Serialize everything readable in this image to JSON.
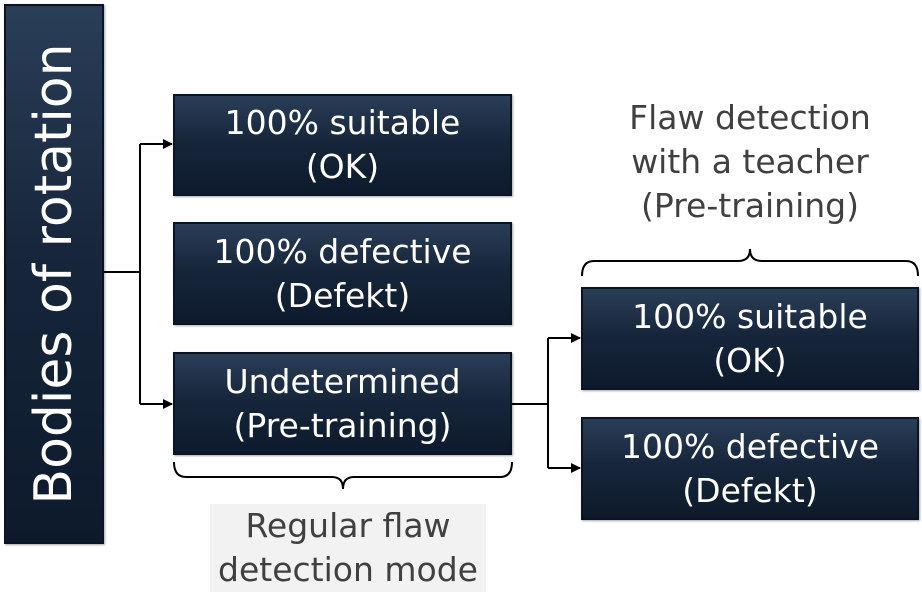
{
  "side_label": "Bodies of rotation",
  "left_boxes": [
    {
      "line1": "100% suitable",
      "line2": "(OK)"
    },
    {
      "line1": "100% defective",
      "line2": "(Defekt)"
    },
    {
      "line1": "Undetermined",
      "line2": "(Pre-training)"
    }
  ],
  "right_boxes": [
    {
      "line1": "100% suitable",
      "line2": "(OK)"
    },
    {
      "line1": "100% defective",
      "line2": "(Defekt)"
    }
  ],
  "left_group_label": {
    "line1": "Regular flaw",
    "line2": "detection mode"
  },
  "right_group_label": {
    "line1": "Flaw detection",
    "line2": "with a teacher",
    "line3": "(Pre-training)"
  },
  "colors": {
    "box": "#17263b",
    "connector": "#000000",
    "label_text": "#404040"
  }
}
